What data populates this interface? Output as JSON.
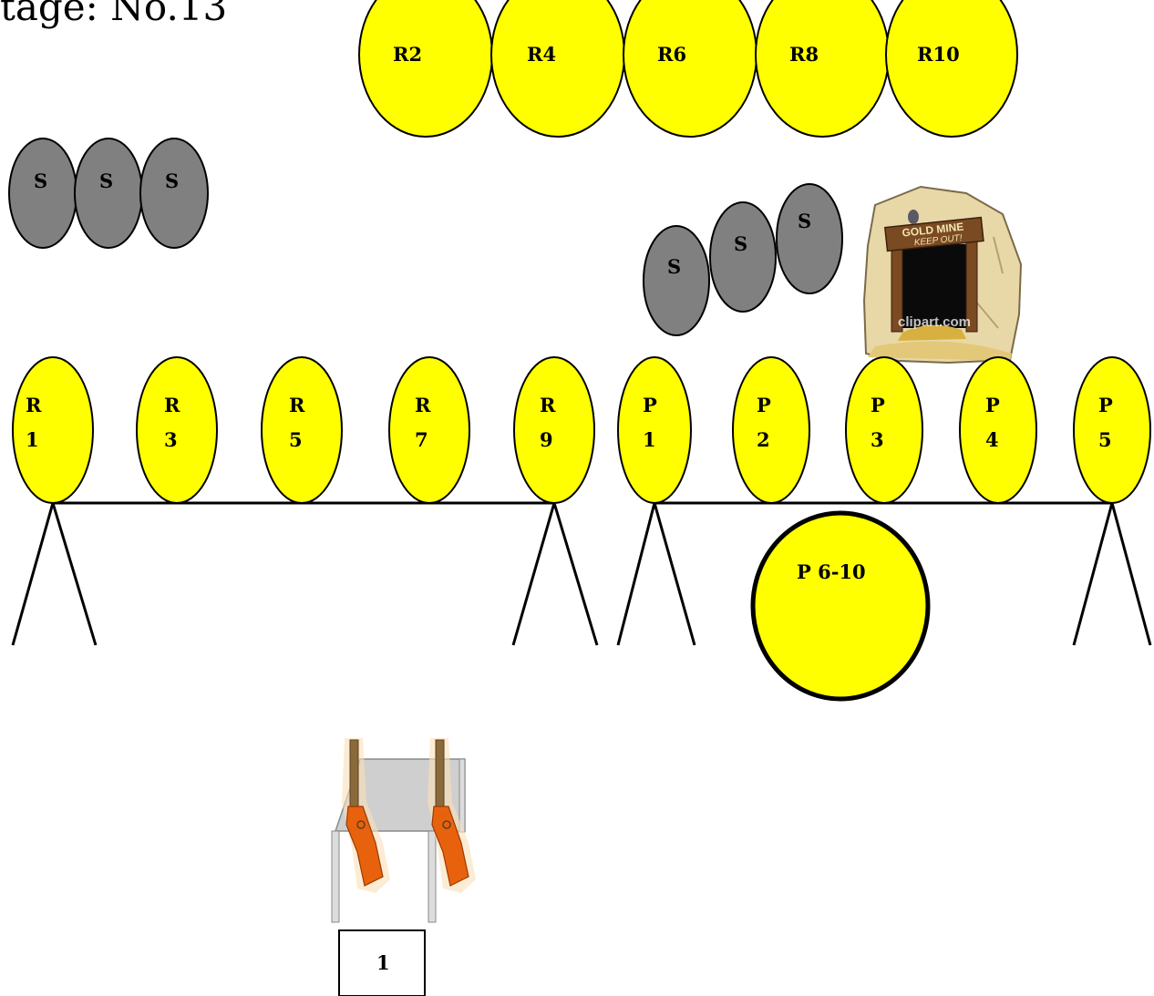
{
  "stage_title": "tage: No.13",
  "colors": {
    "target_yellow": "#ffff00",
    "steel_gray": "#808080",
    "stroke": "#000000",
    "table_gray": "#cfcfcf",
    "rifle_orange": "#e8620e"
  },
  "rifle_targets_top": [
    "R2",
    "R4",
    "R6",
    "R8",
    "R10"
  ],
  "shotgun_targets_left": [
    "S",
    "S",
    "S"
  ],
  "shotgun_targets_right": [
    "S",
    "S",
    "S"
  ],
  "rifle_targets_row": [
    [
      "R",
      "1"
    ],
    [
      "R",
      "3"
    ],
    [
      "R",
      "5"
    ],
    [
      "R",
      "7"
    ],
    [
      "R",
      "9"
    ]
  ],
  "pistol_targets_row": [
    [
      "P",
      "1"
    ],
    [
      "P",
      "2"
    ],
    [
      "P",
      "3"
    ],
    [
      "P",
      "4"
    ],
    [
      "P",
      "5"
    ]
  ],
  "big_pistol_target": "P 6-10",
  "shooting_station": "1",
  "mine_sign": {
    "line1": "GOLD MINE",
    "line2": "KEEP OUT!",
    "watermark": "clipart.com"
  },
  "icons": [
    "gold-mine-clipart",
    "rifle-icon",
    "table-icon",
    "target-stand-icon"
  ]
}
